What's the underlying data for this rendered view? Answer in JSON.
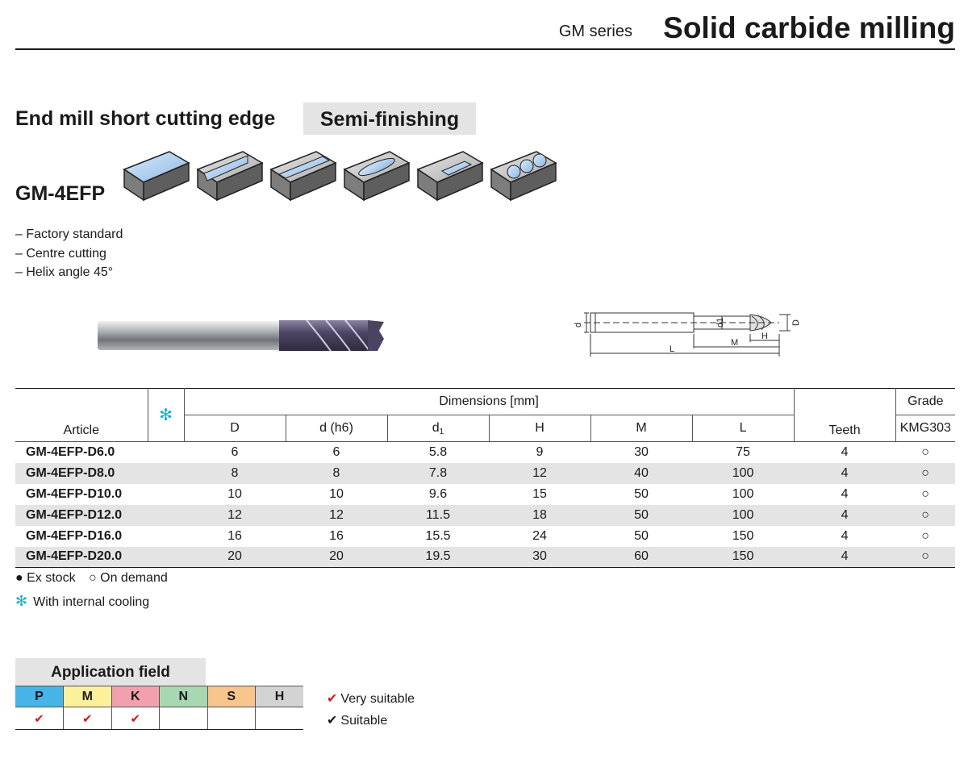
{
  "header": {
    "series": "GM series",
    "title": "Solid carbide milling"
  },
  "product": {
    "subtitle": "End mill short cutting edge",
    "badge": "Semi-finishing",
    "code": "GM-4EFP",
    "features": [
      "– Factory standard",
      "– Centre cutting",
      "– Helix angle 45°"
    ]
  },
  "operations": [
    "face-milling-icon",
    "shoulder-milling-icon",
    "slotting-icon",
    "pocket-milling-icon",
    "open-pocket-icon",
    "plunge-milling-icon"
  ],
  "drawing": {
    "d": "d",
    "d1": "d1",
    "D": "D",
    "L": "L",
    "M": "M",
    "H": "H"
  },
  "table": {
    "h_article": "Article",
    "h_cooling": "✻",
    "h_dimensions": "Dimensions [mm]",
    "h_D": "D",
    "h_d": "d (h6)",
    "h_d1_main": "d",
    "h_d1_sub": "1",
    "h_H": "H",
    "h_M": "M",
    "h_L": "L",
    "h_teeth": "Teeth",
    "h_grade": "Grade",
    "h_grade_name": "KMG303",
    "rows": [
      {
        "article": "GM-4EFP-D6.0",
        "D": "6",
        "d": "6",
        "d1": "5.8",
        "H": "9",
        "M": "30",
        "L": "75",
        "teeth": "4",
        "grade": "○"
      },
      {
        "article": "GM-4EFP-D8.0",
        "D": "8",
        "d": "8",
        "d1": "7.8",
        "H": "12",
        "M": "40",
        "L": "100",
        "teeth": "4",
        "grade": "○"
      },
      {
        "article": "GM-4EFP-D10.0",
        "D": "10",
        "d": "10",
        "d1": "9.6",
        "H": "15",
        "M": "50",
        "L": "100",
        "teeth": "4",
        "grade": "○"
      },
      {
        "article": "GM-4EFP-D12.0",
        "D": "12",
        "d": "12",
        "d1": "11.5",
        "H": "18",
        "M": "50",
        "L": "100",
        "teeth": "4",
        "grade": "○"
      },
      {
        "article": "GM-4EFP-D16.0",
        "D": "16",
        "d": "16",
        "d1": "15.5",
        "H": "24",
        "M": "50",
        "L": "150",
        "teeth": "4",
        "grade": "○"
      },
      {
        "article": "GM-4EFP-D20.0",
        "D": "20",
        "d": "20",
        "d1": "19.5",
        "H": "30",
        "M": "60",
        "L": "150",
        "teeth": "4",
        "grade": "○"
      }
    ]
  },
  "legend": {
    "ex_stock": "● Ex stock",
    "on_demand": "○ On demand",
    "cooling_symbol": "✻",
    "cooling": "With internal cooling"
  },
  "application": {
    "title": "Application field",
    "materials": [
      {
        "code": "P",
        "color": "#46b4e6",
        "mark": "✔"
      },
      {
        "code": "M",
        "color": "#fdf09a",
        "mark": "✔"
      },
      {
        "code": "K",
        "color": "#f3a0ae",
        "mark": "✔"
      },
      {
        "code": "N",
        "color": "#a8d8b1",
        "mark": ""
      },
      {
        "code": "S",
        "color": "#f8c58c",
        "mark": ""
      },
      {
        "code": "H",
        "color": "#d3d3d3",
        "mark": ""
      }
    ],
    "very_suitable": "Very suitable",
    "suitable": "Suitable",
    "mark": "✔"
  }
}
